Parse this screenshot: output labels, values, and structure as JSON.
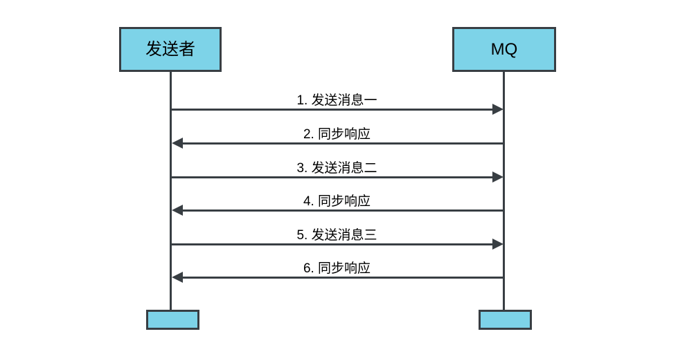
{
  "diagram": {
    "type": "sequence-diagram",
    "background_color": "#ffffff",
    "box_fill_color": "#7dd3e8",
    "stroke_color": "#383e43",
    "participants": [
      {
        "id": "sender",
        "label": "发送者"
      },
      {
        "id": "mq",
        "label": "MQ"
      }
    ],
    "messages": [
      {
        "seq": "1",
        "label": "1. 发送消息一",
        "from": "sender",
        "to": "mq",
        "direction": "right"
      },
      {
        "seq": "2",
        "label": "2. 同步响应",
        "from": "mq",
        "to": "sender",
        "direction": "left"
      },
      {
        "seq": "3",
        "label": "3. 发送消息二",
        "from": "sender",
        "to": "mq",
        "direction": "right"
      },
      {
        "seq": "4",
        "label": "4. 同步响应",
        "from": "mq",
        "to": "sender",
        "direction": "left"
      },
      {
        "seq": "5",
        "label": "5. 发送消息三",
        "from": "sender",
        "to": "mq",
        "direction": "right"
      },
      {
        "seq": "6",
        "label": "6. 同步响应",
        "from": "mq",
        "to": "sender",
        "direction": "left"
      }
    ]
  }
}
